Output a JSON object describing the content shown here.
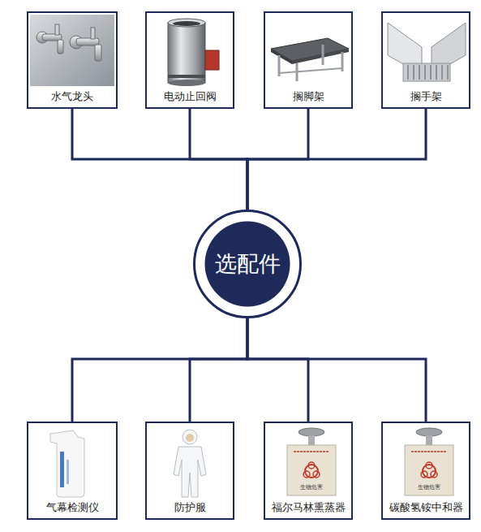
{
  "diagram": {
    "nodes": [
      {
        "text": [
          "水气龙头"
        ]
      },
      {
        "text": [
          "电动止回阀"
        ]
      },
      {
        "text": [
          "搁脚架"
        ]
      },
      {
        "text": [
          "搁手架"
        ]
      },
      {
        "text": [
          "选配件"
        ]
      },
      {
        "text": [
          "气幕检测仪"
        ]
      },
      {
        "text": [
          "防护服"
        ]
      },
      {
        "text": [
          "福尔马林熏蒸器"
        ]
      },
      {
        "text": [
          "碳酸氢铵中和器"
        ]
      }
    ],
    "edges": [
      {
        "from": 4,
        "to": 0,
        "arrow": "none"
      },
      {
        "from": 4,
        "to": 1,
        "arrow": "none"
      },
      {
        "from": 4,
        "to": 2,
        "arrow": "none"
      },
      {
        "from": 4,
        "to": 3,
        "arrow": "none"
      },
      {
        "from": 4,
        "to": 5,
        "arrow": "none"
      },
      {
        "from": 4,
        "to": 6,
        "arrow": "none"
      },
      {
        "from": 4,
        "to": 7,
        "arrow": "none"
      },
      {
        "from": 4,
        "to": 8,
        "arrow": "none"
      }
    ],
    "labels": [
      "生物危害",
      "生物危害"
    ]
  }
}
